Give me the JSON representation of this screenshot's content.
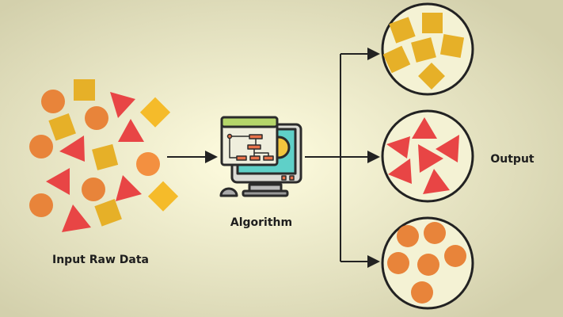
{
  "labels": {
    "input": "Input Raw Data",
    "algorithm": "Algorithm",
    "output": "Output"
  },
  "colors": {
    "circle": "#e8843a",
    "square": "#e6b028",
    "triangle": "#e84545",
    "outline": "#2b2b2b",
    "screen": "#5fd0c8",
    "window": "#efeedd",
    "titlebar": "#b5d66a",
    "gear": "#f2c53d"
  }
}
